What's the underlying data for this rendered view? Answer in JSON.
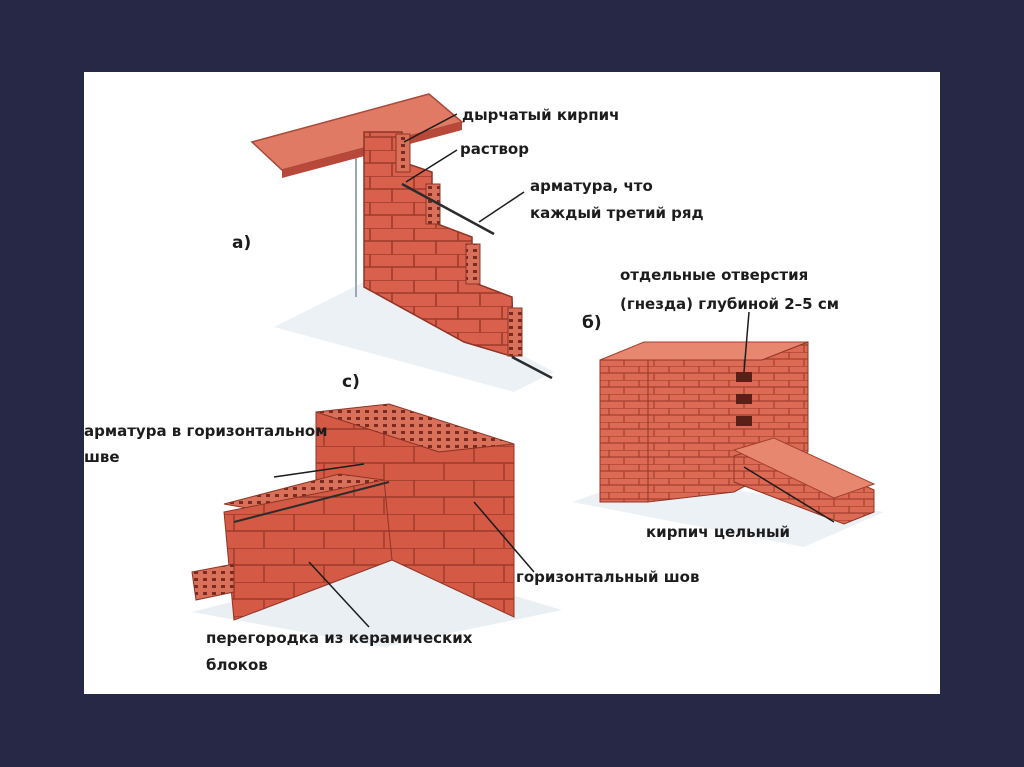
{
  "colors": {
    "slide_background": "#272746",
    "panel_background": "#ffffff",
    "brick_face": "#d9604c",
    "brick_dark": "#b8483a",
    "mortar": "#e6c2b0",
    "beam": "#e07a64"
  },
  "figure": {
    "label_a": "а)",
    "label_b": "б)",
    "label_c": "с)",
    "callouts": {
      "hollow_brick": "дырчатый кирпич",
      "mortar": "раствор",
      "rebar_line1": "арматура, что",
      "rebar_line2": "каждый третий ряд",
      "sockets_line1": "отдельные отверстия",
      "sockets_line2": "(гнезда) глубиной 2–5 см",
      "solid_brick": "кирпич цельный",
      "rebar_joint_line1": "арматура в горизонтальном",
      "rebar_joint_line2": "шве",
      "horizontal_joint": "горизонтальный шов",
      "partition_line1": "перегородка из керамических",
      "partition_line2": "блоков"
    }
  }
}
